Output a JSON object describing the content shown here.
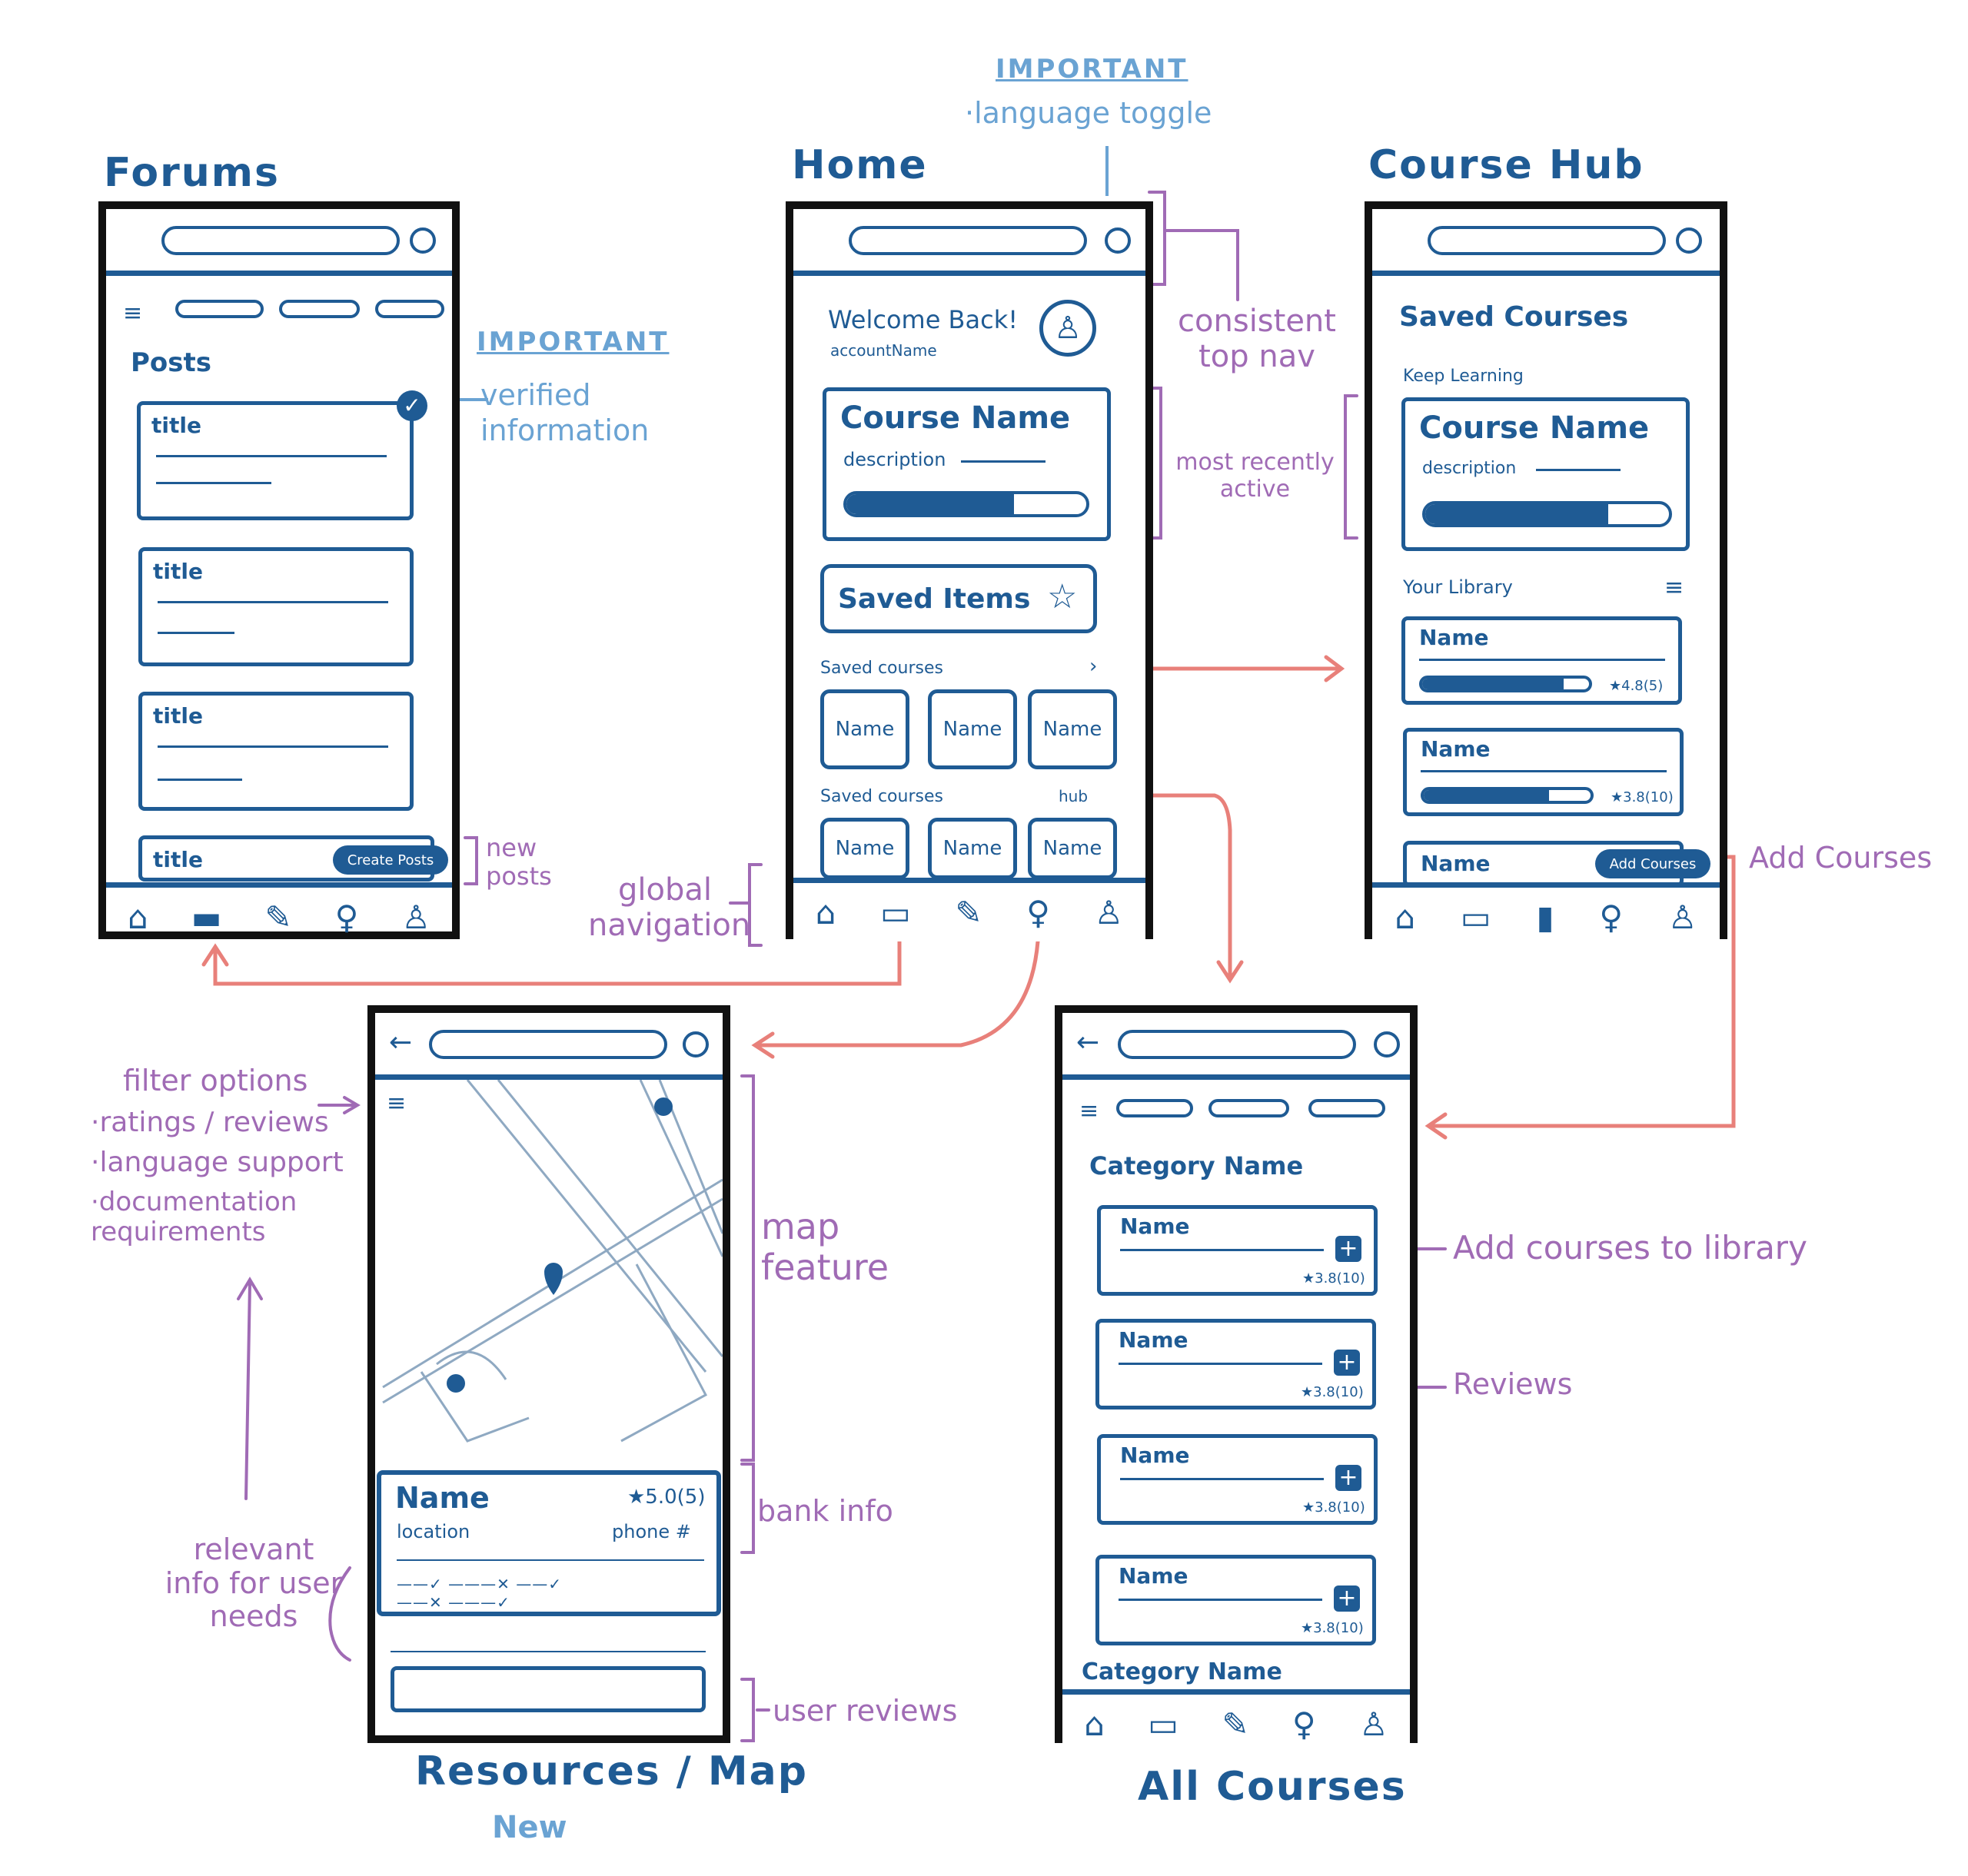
{
  "screens": {
    "forums": {
      "title": "Forums",
      "posts_label": "Posts",
      "post_titles": [
        "title",
        "title",
        "title",
        "title"
      ],
      "create_button": "Create Posts"
    },
    "home": {
      "title": "Home",
      "welcome": "Welcome Back!",
      "account": "accountName",
      "course_name": "Course Name",
      "description": "description",
      "progress": 0.7,
      "saved_items": "Saved Items",
      "saved_courses_1": "Saved courses",
      "saved_courses_2": "Saved courses",
      "hub_link": "hub",
      "tile_names_row1": [
        "Name",
        "Name",
        "Name"
      ],
      "tile_names_row2": [
        "Name",
        "Name",
        "Name"
      ]
    },
    "course_hub": {
      "title": "Course Hub",
      "saved_courses": "Saved Courses",
      "keep_learning": "Keep Learning",
      "course_name": "Course Name",
      "description": "description",
      "progress": 0.75,
      "your_library": "Your Library",
      "library_items": [
        {
          "name": "Name",
          "rating": "★4.8(5)",
          "progress": 0.85
        },
        {
          "name": "Name",
          "rating": "★3.8(10)",
          "progress": 0.75
        },
        {
          "name": "Name"
        }
      ],
      "add_button": "Add Courses"
    },
    "resources_map": {
      "title": "Resources / Map",
      "new_tag": "New",
      "bank_name": "Name",
      "bank_rating": "★5.0(5)",
      "location": "location",
      "phone": "phone #"
    },
    "all_courses": {
      "title": "All Courses",
      "category_1": "Category Name",
      "category_2": "Category Name",
      "courses": [
        {
          "name": "Name",
          "rating": "★3.8(10)"
        },
        {
          "name": "Name",
          "rating": "★3.8(10)"
        },
        {
          "name": "Name",
          "rating": "★3.8(10)"
        },
        {
          "name": "Name",
          "rating": "★3.8(10)"
        }
      ]
    }
  },
  "annotations": {
    "important_1": "IMPORTANT",
    "language_toggle": "·language toggle",
    "important_2": "IMPORTANT",
    "verified_info": "verified information",
    "consistent_top_nav": "consistent top nav",
    "most_recently_active": "most recently active",
    "new_posts": "new posts",
    "global_navigation": "global navigation",
    "add_courses": "Add Courses",
    "filter_options": "filter options",
    "ratings_reviews": "·ratings / reviews",
    "language_support": "·language support",
    "documentation": "·documentation requirements",
    "map_feature": "map feature",
    "bank_info": "bank info",
    "relevant_info": "relevant info for user needs",
    "user_reviews": "user reviews",
    "add_to_library": "Add courses to library",
    "reviews": "Reviews"
  },
  "colors": {
    "ink": "#1f5b94",
    "annotation": "#a06bb5",
    "arrow": "#e8807a",
    "highlight": "#6aa3d3",
    "frame": "#111111"
  },
  "nav_icons": [
    "home-icon",
    "chat-icon",
    "notebook-icon",
    "lightbulb-icon",
    "person-icon"
  ]
}
